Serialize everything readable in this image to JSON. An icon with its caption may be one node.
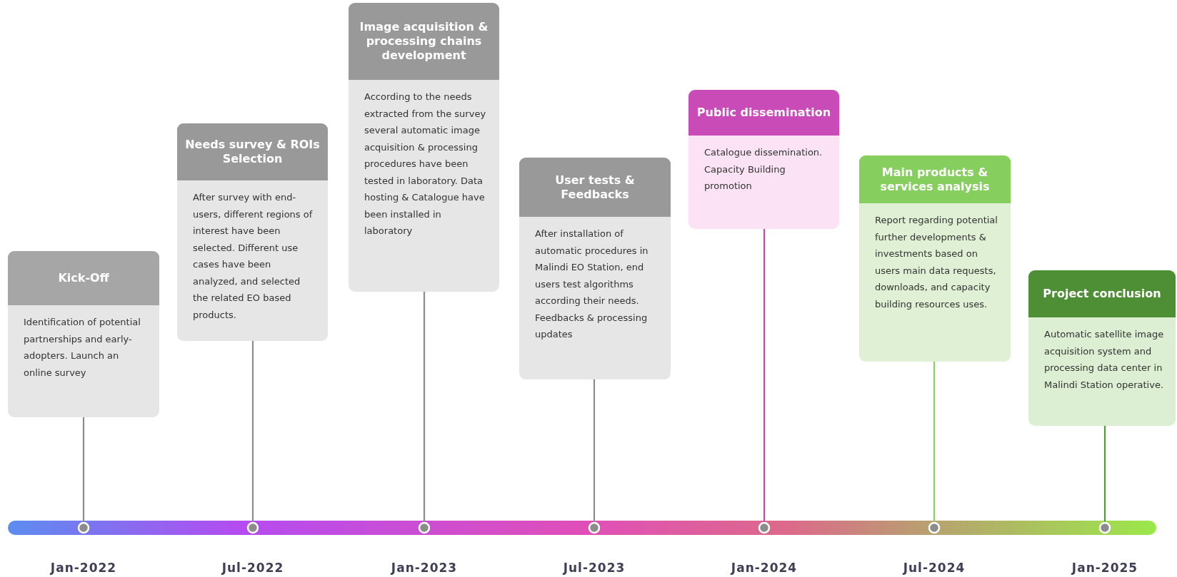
{
  "diagram": {
    "nodes": [
      {
        "text": [
          "Kick-Off",
          "Identification of potential partnerships and early-adopters. Launch an online survey"
        ]
      },
      {
        "text": [
          "Needs survey & ROIs Selection",
          "After survey with end-users, different regions of interest have been selected. Different use cases have been analyzed, and selected the related EO based products."
        ]
      },
      {
        "text": [
          "Image acquisition & processing chains development",
          "According to the needs extracted from the survey several automatic image acquisition & processing procedures have been tested in laboratory. Data hosting & Catalogue have been installed in laboratory"
        ]
      },
      {
        "text": [
          "User tests & Feedbacks",
          "After installation of automatic procedures in Malindi EO Station, end users test algorithms according their needs. Feedbacks & processing updates"
        ]
      },
      {
        "text": [
          "Public dissemination",
          "Catalogue dissemination. Capacity Building promotion"
        ]
      },
      {
        "text": [
          "Main products & services analysis",
          "Report regarding potential further developments & investments based on users main data requests, downloads, and capacity building resources uses."
        ]
      },
      {
        "text": [
          "Project conclusion",
          "Automatic satellite image acquisition system and processing data center in Malindi Station operative."
        ]
      },
      {
        "text": [],
        "shape": "circle",
        "beside": [
          "Jan-2022"
        ]
      },
      {
        "text": [],
        "shape": "circle",
        "beside": [
          "Jul-2022"
        ]
      },
      {
        "text": [],
        "shape": "circle",
        "beside": [
          "Jan-2023"
        ]
      },
      {
        "text": [],
        "shape": "circle",
        "beside": [
          "Jul-2023"
        ]
      },
      {
        "text": [],
        "shape": "circle",
        "beside": [
          "Jan-2024"
        ]
      },
      {
        "text": [],
        "shape": "circle",
        "beside": [
          "Jul-2024"
        ]
      },
      {
        "text": [],
        "shape": "circle",
        "beside": [
          "Jan-2025"
        ]
      }
    ],
    "edges": [
      {
        "from": 0,
        "to": 7,
        "arrow": "none"
      },
      {
        "from": 1,
        "to": 8,
        "arrow": "none"
      },
      {
        "from": 2,
        "to": 9,
        "arrow": "none"
      },
      {
        "from": 3,
        "to": 10,
        "arrow": "none"
      },
      {
        "from": 4,
        "to": 11,
        "arrow": "none",
        "color": "#c24ab0"
      },
      {
        "from": 5,
        "to": 12,
        "arrow": "none",
        "color": "#8fd066"
      },
      {
        "from": 6,
        "to": 13,
        "arrow": "none",
        "color": "#4f9a3a"
      }
    ]
  }
}
